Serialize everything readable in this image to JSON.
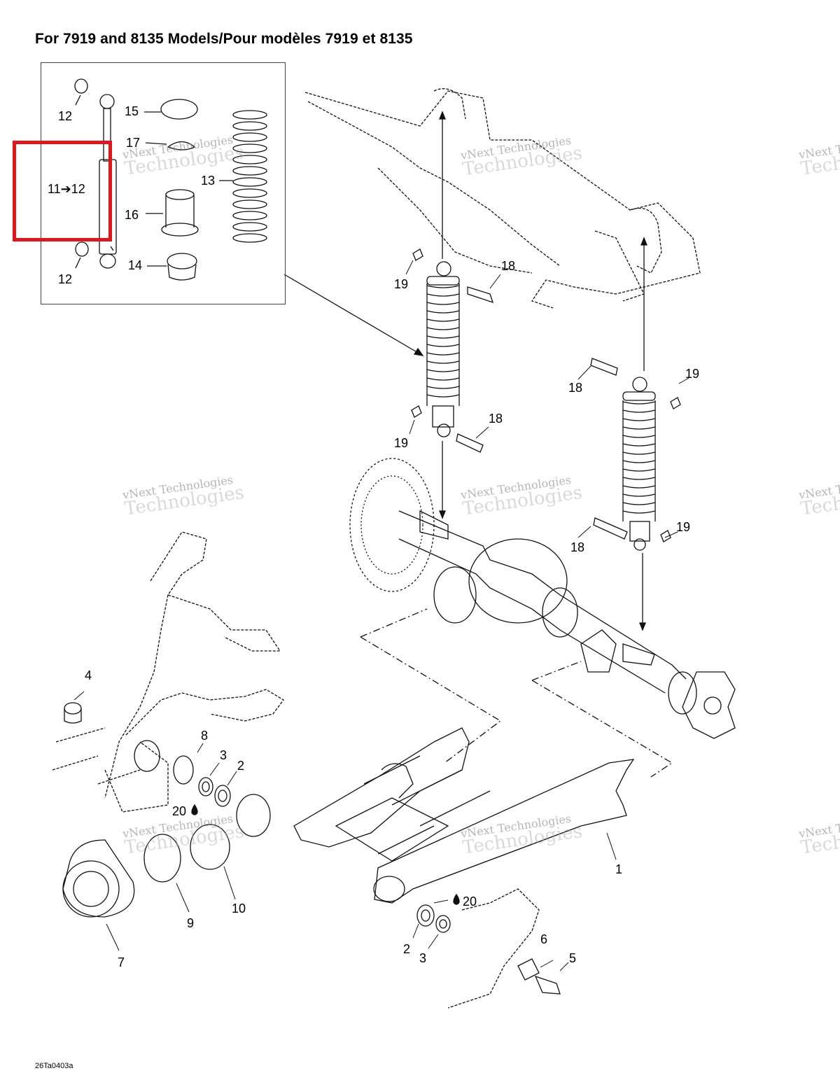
{
  "title": "For 7919 and 8135 Models/Pour modèles 7919 et 8135",
  "figure_code": "26Ta0403a",
  "inset": {
    "replacement_label": "11➔12",
    "highlight_color": "#e3141b"
  },
  "callouts": {
    "c1": "1",
    "c2a": "2",
    "c2b": "2",
    "c3a": "3",
    "c3b": "3",
    "c4": "4",
    "c5": "5",
    "c6": "6",
    "c7": "7",
    "c8": "8",
    "c9": "9",
    "c10": "10",
    "c12a": "12",
    "c12b": "12",
    "c13": "13",
    "c14": "14",
    "c15": "15",
    "c16": "16",
    "c17": "17",
    "c18a": "18",
    "c18b": "18",
    "c18c": "18",
    "c18d": "18",
    "c19a": "19",
    "c19b": "19",
    "c19c": "19",
    "c19d": "19",
    "c20a": "20",
    "c20b": "20"
  },
  "watermark": {
    "line1": "vNext Technologies",
    "line2": "Technologies"
  }
}
